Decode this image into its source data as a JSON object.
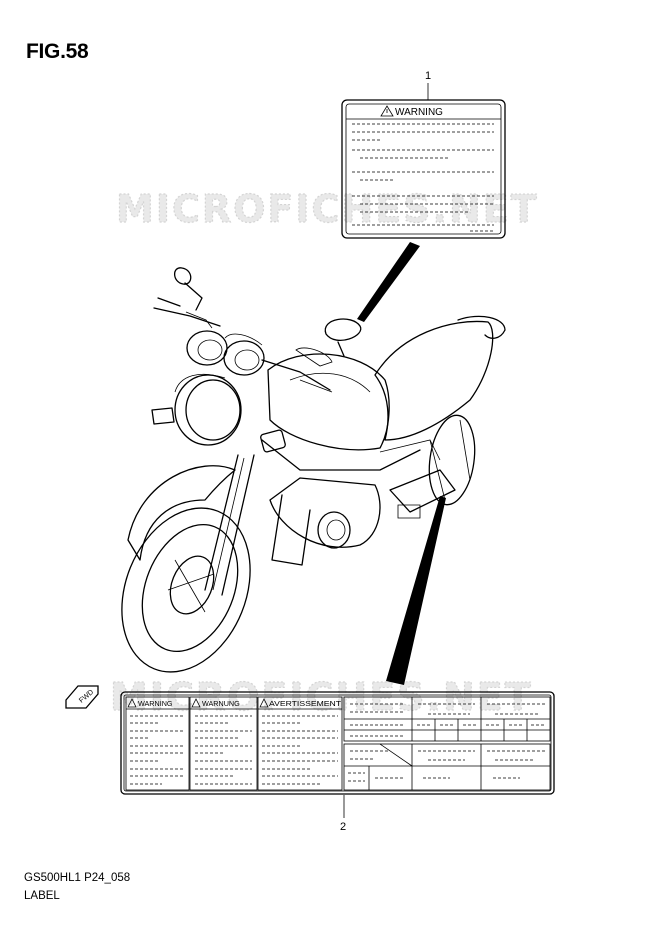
{
  "figure": {
    "title": "FIG.58",
    "model_code": "GS500HL1 P24_058",
    "section_label": "LABEL"
  },
  "watermark": {
    "text": "MICROFICHES.NET"
  },
  "callouts": [
    {
      "number": "1"
    },
    {
      "number": "2"
    }
  ],
  "label_1": {
    "heading": "WARNING"
  },
  "label_2": {
    "panel_1_heading": "WARNING",
    "panel_2_heading": "WARNUNG",
    "panel_3_heading": "AVERTISSEMENT"
  },
  "direction_badge": {
    "text": "FWD"
  }
}
